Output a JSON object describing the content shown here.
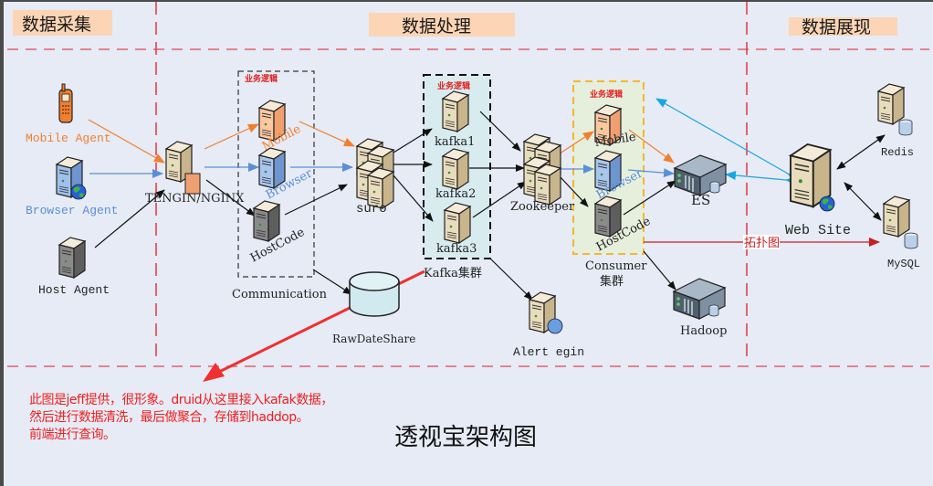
{
  "sections": {
    "collect": "数据采集",
    "process": "数据处理",
    "display": "数据展现"
  },
  "business_logic_label": "业务逻辑",
  "nodes": {
    "mobile_agent": "Mobile Agent",
    "browser_agent": "Browser Agent",
    "host_agent": "Host Agent",
    "nginx": "TENGIN/NGINX",
    "biz_mobile": "Mobile",
    "biz_browser": "Browser",
    "biz_hostcode": "HostCode",
    "communication": "Communication",
    "suro": "suro",
    "raw_date_share": "RawDateShare",
    "kafka1": "kafka1",
    "kafka2": "kafka2",
    "kafka3": "kafka3",
    "kafka_cluster": "Kafka集群",
    "zookeeper": "Zookeeper",
    "alert_engine": "Alert egin",
    "consumer_mobile": "Mobile",
    "consumer_browser": "Browser",
    "consumer_hostcode": "HostCode",
    "consumer_cluster_line1": "Consumer",
    "consumer_cluster_line2": "集群",
    "es": "ES",
    "hadoop": "Hadoop",
    "topology": "拓扑图",
    "web_site": "Web Site",
    "redis": "Redis",
    "mysql": "MySQL"
  },
  "annotation": {
    "lines": [
      "此图是jeff提供，很形象。druid从这里接入kafak数据，",
      "然后进行数据清洗，最后做聚合，存储到haddop。",
      "前端进行查询。"
    ]
  },
  "diagram_title": "透视宝架构图",
  "colors": {
    "mobile": "#f08030",
    "browser": "#5a8fd8",
    "section_divider": "#e8343c",
    "annotation": "#ee2020",
    "header_bg": "#fbd5b5",
    "es_link": "#1aa6e0",
    "topology_line": "#c81e1e"
  }
}
